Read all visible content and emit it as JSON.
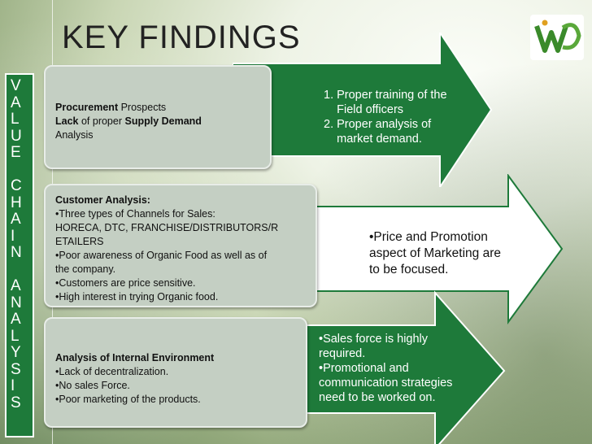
{
  "title": "KEY FINDINGS",
  "logo": {
    "icon": "logo-icon"
  },
  "side_label": {
    "letters": [
      "V",
      "A",
      "L",
      "U",
      "E",
      "",
      "C",
      "H",
      "A",
      "I",
      "N",
      "",
      "A",
      "N",
      "A",
      "L",
      "Y",
      "S",
      "I",
      "S"
    ]
  },
  "rows": [
    {
      "finding_lines": [
        {
          "bold": "Procurement",
          "rest": " Prospects"
        },
        {
          "bold": "Lack",
          "rest": " of proper ",
          "bold2": "Supply Demand"
        },
        {
          "bold": "",
          "rest": "Analysis"
        }
      ],
      "action_lines": [
        "1. Proper training of the",
        "    Field officers",
        "2. Proper analysis of",
        "    market demand."
      ],
      "arrow_color": "#1e7a3a"
    },
    {
      "finding_lines": [
        {
          "bold": "Customer Analysis:",
          "rest": ""
        },
        {
          "bold": "",
          "rest": "•Three types of Channels for Sales:"
        },
        {
          "bold": "",
          "rest": "HORECA, DTC, FRANCHISE/DISTRIBUTORS/R"
        },
        {
          "bold": "",
          "rest": "ETAILERS"
        },
        {
          "bold": "",
          "rest": "•Poor awareness of Organic Food as well as of"
        },
        {
          "bold": "",
          "rest": "the company."
        },
        {
          "bold": "",
          "rest": "•Customers are price sensitive."
        },
        {
          "bold": "",
          "rest": "•High interest in trying Organic food."
        }
      ],
      "action_lines": [
        "•Price and Promotion",
        "aspect of Marketing are",
        "to be focused."
      ],
      "arrow_color": "#ffffff"
    },
    {
      "finding_lines": [
        {
          "bold": "Analysis of  Internal Environment",
          "rest": ""
        },
        {
          "bold": "",
          "rest": "•Lack of decentralization."
        },
        {
          "bold": "",
          "rest": "•No sales Force."
        },
        {
          "bold": "",
          "rest": "•Poor marketing of the products."
        }
      ],
      "action_lines": [
        "•Sales force is highly",
        "required.",
        "•Promotional and",
        "communication strategies",
        "need to be worked on."
      ],
      "arrow_color": "#1e7a3a"
    }
  ]
}
